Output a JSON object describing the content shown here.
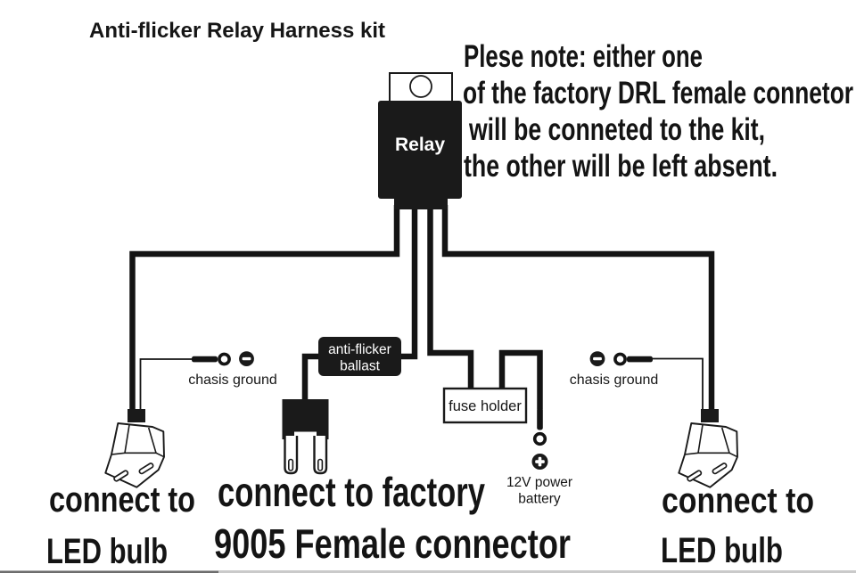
{
  "title": "Anti-flicker Relay Harness kit",
  "note": {
    "line1": "Plese note: either one",
    "line2": "of the factory DRL female connetor",
    "line3": "will be conneted to the kit,",
    "line4": "the other will be left absent."
  },
  "relay": {
    "label": "Relay"
  },
  "ballast": {
    "line1": "anti-flicker",
    "line2": "ballast"
  },
  "fuse": {
    "label": "fuse holder"
  },
  "battery": {
    "line1": "12V power",
    "line2": "battery",
    "polarity": "+"
  },
  "ground_left": {
    "label": "chasis ground",
    "polarity": "-"
  },
  "ground_right": {
    "label": "chasis ground",
    "polarity": "-"
  },
  "led_left": {
    "line1": "connect to",
    "line2": "LED bulb"
  },
  "led_right": {
    "line1": "connect to",
    "line2": "LED bulb"
  },
  "factory": {
    "line1": "connect to factory",
    "line2": "9005 Female connector"
  },
  "colors": {
    "background": "#ffffff",
    "wire": "#141414",
    "component_fill": "#1a1a1a",
    "component_text": "#ffffff",
    "text": "#141414"
  }
}
